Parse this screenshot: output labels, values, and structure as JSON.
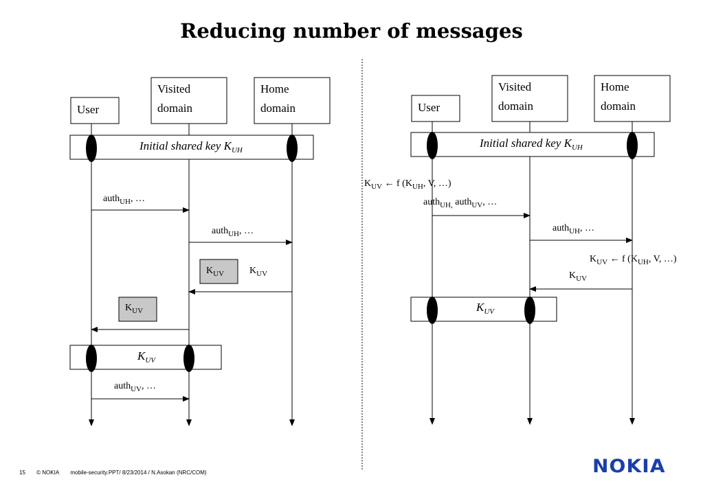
{
  "title": "Reducing number of messages",
  "entities": {
    "user": "User",
    "visited_1": "Visited",
    "visited_2": "domain",
    "home_1": "Home",
    "home_2": "domain"
  },
  "left_flow": {
    "initial_key": "Initial shared key K",
    "initial_key_sub": "UH",
    "msg1": "auth",
    "msg1_sub": "UH",
    "msg1_rest": ", …",
    "msg2": "auth",
    "msg2_sub": "UH",
    "msg2_rest": ", …",
    "kuv_box_visited": "K",
    "kuv_box_visited_sub": "UV",
    "kuv_reply": "K",
    "kuv_reply_sub": "UV",
    "kuv_box_user": "K",
    "kuv_box_user_sub": "UV",
    "shared_kuv": "K",
    "shared_kuv_sub": "UV",
    "msg_final": "auth",
    "msg_final_sub": "UV",
    "msg_final_rest": ", …"
  },
  "right_flow": {
    "initial_key": "Initial shared key K",
    "initial_key_sub": "UH",
    "user_derive_k": "K",
    "user_derive_k_sub": "UV",
    "user_derive_f": " ← f (K",
    "user_derive_f_sub": "UH",
    "user_derive_rest": ", V, …)",
    "msg1_a": "auth",
    "msg1_a_sub": "UH,",
    "msg1_b": " auth",
    "msg1_b_sub": "UV",
    "msg1_rest": ", …",
    "msg2": "auth",
    "msg2_sub": "UH",
    "msg2_rest": ", …",
    "home_derive_k": "K",
    "home_derive_k_sub": "UV",
    "home_derive_f": " ← f (K",
    "home_derive_f_sub": "UH",
    "home_derive_rest": ", V, …)",
    "kuv_reply": "K",
    "kuv_reply_sub": "UV",
    "shared_kuv": "K",
    "shared_kuv_sub": "UV"
  },
  "footer": {
    "page": "15",
    "copyright": "© NOKIA",
    "info": "mobile-security.PPT/ 8/23/2014 / N.Asokan (NRC/COM)"
  },
  "logo": "NOKIA",
  "colors": {
    "logo": "#1a3faa",
    "key_box_fill": "#c8c8c8"
  }
}
